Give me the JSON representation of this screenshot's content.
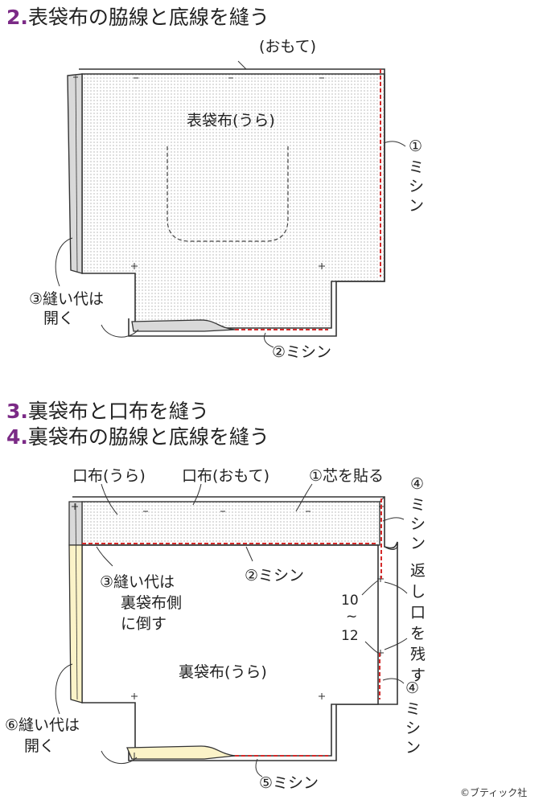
{
  "colors": {
    "stitch": "#d42a2a",
    "heading_number": "#7b2a86",
    "outline": "#333333",
    "dots": "#9a9a9a",
    "seam_allowance": "#d9d9d9",
    "lining_seam": "#fbf3c8"
  },
  "steps": [
    {
      "number": "2.",
      "title": "表袋布の脇線と底線を縫う"
    },
    {
      "number": "3.",
      "title": "裏袋布と口布を縫う"
    },
    {
      "number": "4.",
      "title": "裏袋布の脇線と底線を縫う"
    }
  ],
  "diagram1": {
    "omote": "(おもて)",
    "fabric": "表袋布(うら)",
    "sew1": [
      "①",
      "ミ",
      "シ",
      "ン"
    ],
    "open_line1": "③縫い代は",
    "open_line2": "開く",
    "sew2": "②ミシン"
  },
  "diagram2": {
    "kuchi_ura": "口布(うら)",
    "kuchi_omote": "口布(おもて)",
    "shin": "①芯を貼る",
    "sew4_top": [
      "④",
      "ミ",
      "シ",
      "ン"
    ],
    "sew2": "②ミシン",
    "allow_line1": "③縫い代は",
    "allow_line2": "裏袋布側",
    "allow_line3": "に倒す",
    "measure_a": "10",
    "measure_tilde": "~",
    "measure_b": "12",
    "opening": [
      "返",
      "し",
      "口",
      "を",
      "残",
      "す"
    ],
    "sew4_bottom": [
      "④",
      "ミ",
      "シ",
      "ン"
    ],
    "fabric": "裏袋布(うら)",
    "open_line1": "⑥縫い代は",
    "open_line2": "開く",
    "sew5": "⑤ミシン"
  },
  "credit": "©ブティック社"
}
